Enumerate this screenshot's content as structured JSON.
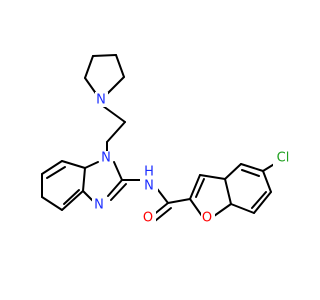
{
  "molecule": {
    "atoms": {
      "pyrrolidine_n": {
        "label": "N",
        "color": "#1a2cff"
      },
      "benzimidazole_n1": {
        "label": "N",
        "color": "#1a2cff"
      },
      "benzimidazole_n3": {
        "label": "N",
        "color": "#1a2cff"
      },
      "amide_n": {
        "label": "N",
        "color": "#1a2cff"
      },
      "amide_h": {
        "label": "H",
        "color": "#1a2cff"
      },
      "carbonyl_o": {
        "label": "O",
        "color": "#ff0000"
      },
      "furan_o": {
        "label": "O",
        "color": "#ff0000"
      },
      "chlorine": {
        "label": "Cl",
        "color": "#1fa01f"
      }
    },
    "colors": {
      "bond": "#000000",
      "nitrogen": "#1a2cff",
      "oxygen": "#ff0000",
      "chlorine": "#1fa01f"
    }
  }
}
